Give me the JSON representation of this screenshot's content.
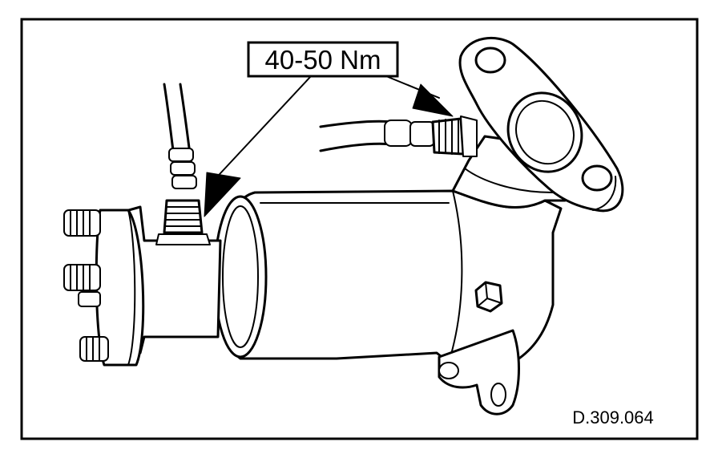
{
  "callout": {
    "torque_label": "40-50 Nm"
  },
  "figure": {
    "reference_code": "D.309.064"
  },
  "parts": {
    "catalytic-converter": "catalytic-converter",
    "exhaust-flange": "exhaust-flange",
    "upstream-lambda-sensor": "lambda-sensor",
    "downstream-lambda-sensor": "lambda-sensor",
    "mounting-bracket": "mounting-bracket",
    "arrow": "arrow-icon"
  }
}
